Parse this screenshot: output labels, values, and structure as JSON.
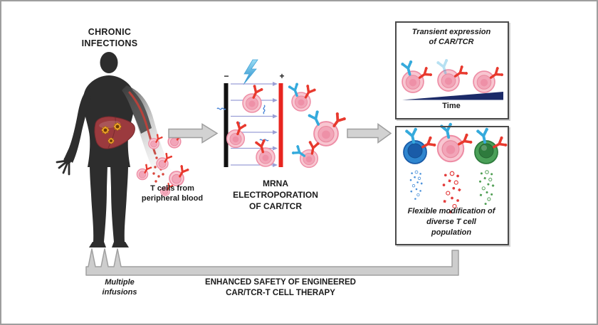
{
  "figure": {
    "chronic_label": {
      "line1": "CHRONIC",
      "line2": "INFECTIONS"
    },
    "tcells_label": {
      "line1": "T cells from",
      "line2": "peripheral blood"
    },
    "electroporation": {
      "minus": "−",
      "plus": "+",
      "label_line1": "MRNA",
      "label_line2": "ELECTROPORATION",
      "label_line3": "OF CAR/TCR"
    },
    "box_transient": {
      "title_line1": "Transient expression",
      "title_line2": "of CAR/TCR",
      "axis_label": "Time"
    },
    "box_flexible": {
      "caption_line1": "Flexible modification of",
      "caption_line2": "diverse T cell",
      "caption_line3": "population"
    },
    "bottom": {
      "infusions_line1": "Multiple",
      "infusions_line2": "infusions",
      "safety_line1": "ENHANCED SAFETY OF ENGINEERED",
      "safety_line2": "CAR/TCR-T CELL THERAPY"
    }
  },
  "colors": {
    "cell_pink": "#f8c6d1",
    "cell_pink_nucleus": "#f2a5b8",
    "receptor_red": "#e8392e",
    "receptor_blue": "#35aadc",
    "cell_blue": "#2f86cf",
    "cell_green": "#4aa058",
    "time_wedge_navy": "#1b2a68",
    "electrode_negative": "#111111",
    "electrode_positive": "#e8251f",
    "field_arrow_purple": "#9b9fd6",
    "flow_arrow_gray": "#d2d2d2",
    "liver_red": "#9b3a3e",
    "virus_orange": "#f0a22a",
    "body_silhouette": "#2d2d2d",
    "frame_border": "#9e9e9e"
  }
}
